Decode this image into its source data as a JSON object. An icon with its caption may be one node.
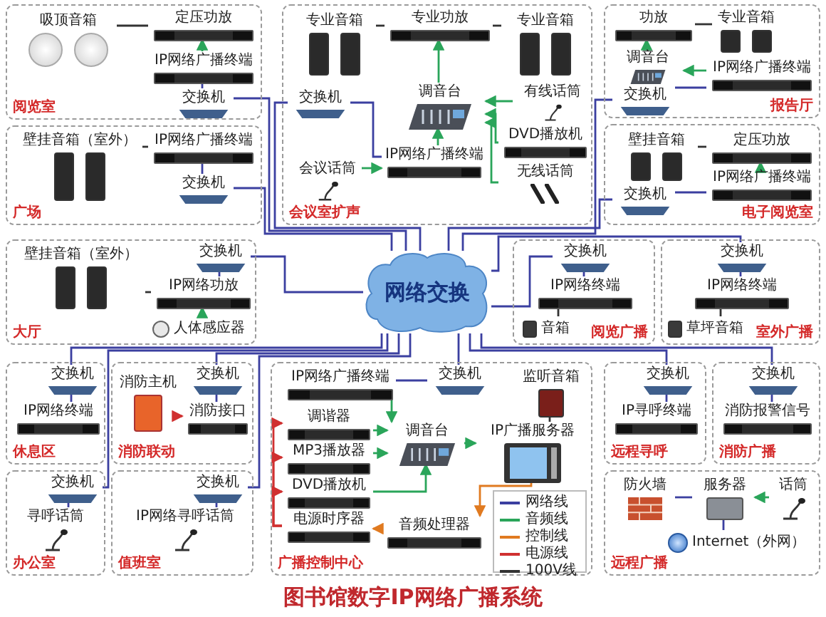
{
  "diagram": {
    "title": "图书馆数字IP网络广播系统",
    "nodes": [
      {
        "text": [
          "阅览室"
        ]
      },
      {
        "text": [
          "定压功放"
        ],
        "in": 0
      },
      {
        "text": [
          "IP网络广播终端"
        ],
        "in": 0
      },
      {
        "text": [
          "交换机"
        ],
        "in": 0
      },
      {
        "text": [
          "吸顶音箱"
        ],
        "in": 0
      },
      {
        "text": [
          "广场"
        ]
      },
      {
        "text": [
          "IP网络广播终端"
        ],
        "in": 5
      },
      {
        "text": [
          "交换机"
        ],
        "in": 5
      },
      {
        "text": [
          "壁挂音箱（室外）"
        ],
        "in": 5
      },
      {
        "text": [
          "会议室扩声"
        ]
      },
      {
        "text": [
          "专业功放"
        ],
        "in": 9
      },
      {
        "text": [
          "专业音箱"
        ],
        "in": 9
      },
      {
        "text": [
          "专业音箱"
        ],
        "in": 9
      },
      {
        "text": [
          "调音台"
        ],
        "in": 9
      },
      {
        "text": [
          "交换机"
        ],
        "in": 9
      },
      {
        "text": [
          "有线话筒"
        ],
        "in": 9
      },
      {
        "text": [
          "DVD播放机"
        ],
        "in": 9
      },
      {
        "text": [
          "无线话筒"
        ],
        "in": 9
      },
      {
        "text": [
          "IP网络广播终端"
        ],
        "in": 9
      },
      {
        "text": [
          "会议话筒"
        ],
        "in": 9
      },
      {
        "text": [
          "报告厅"
        ]
      },
      {
        "text": [
          "功放"
        ],
        "in": 20
      },
      {
        "text": [
          "专业音箱"
        ],
        "in": 20
      },
      {
        "text": [
          "调音台"
        ],
        "in": 20
      },
      {
        "text": [
          "IP网络广播终端"
        ],
        "in": 20
      },
      {
        "text": [
          "交换机"
        ],
        "in": 20
      },
      {
        "text": [
          "电子阅览室"
        ]
      },
      {
        "text": [
          "壁挂音箱"
        ],
        "in": 26
      },
      {
        "text": [
          "定压功放"
        ],
        "in": 26
      },
      {
        "text": [
          "IP网络广播终端"
        ],
        "in": 26
      },
      {
        "text": [
          "交换机"
        ],
        "in": 26
      },
      {
        "text": [
          "网络交换"
        ]
      },
      {
        "text": [
          "大厅"
        ]
      },
      {
        "text": [
          "交换机"
        ],
        "in": 32
      },
      {
        "text": [
          "壁挂音箱（室外）"
        ],
        "in": 32
      },
      {
        "text": [
          "IP网络功放"
        ],
        "in": 32
      },
      {
        "text": [
          "人体感应器"
        ],
        "in": 32
      },
      {
        "text": [
          "阅览广播"
        ]
      },
      {
        "text": [
          "交换机"
        ],
        "in": 37
      },
      {
        "text": [
          "IP网络终端"
        ],
        "in": 37
      },
      {
        "text": [
          "音箱"
        ],
        "in": 37
      },
      {
        "text": [
          "室外广播"
        ]
      },
      {
        "text": [
          "交换机"
        ],
        "in": 41
      },
      {
        "text": [
          "IP网络终端"
        ],
        "in": 41
      },
      {
        "text": [
          "草坪音箱"
        ],
        "in": 41
      },
      {
        "text": [
          "休息区"
        ]
      },
      {
        "text": [
          "交换机"
        ],
        "in": 45
      },
      {
        "text": [
          "IP网络终端"
        ],
        "in": 45
      },
      {
        "text": [
          "消防联动"
        ]
      },
      {
        "text": [
          "交换机"
        ],
        "in": 48
      },
      {
        "text": [
          "消防主机"
        ],
        "in": 48
      },
      {
        "text": [
          "消防接口"
        ],
        "in": 48
      },
      {
        "text": [
          "办公室"
        ]
      },
      {
        "text": [
          "交换机"
        ],
        "in": 52
      },
      {
        "text": [
          "寻呼话筒"
        ],
        "in": 52
      },
      {
        "text": [
          "值班室"
        ]
      },
      {
        "text": [
          "交换机"
        ],
        "in": 55
      },
      {
        "text": [
          "IP网络寻呼话筒"
        ],
        "in": 55
      },
      {
        "text": [
          "广播控制中心"
        ]
      },
      {
        "text": [
          "交换机"
        ],
        "in": 58
      },
      {
        "text": [
          "IP网络广播终端"
        ],
        "in": 58
      },
      {
        "text": [
          "监听音箱"
        ],
        "in": 58
      },
      {
        "text": [
          "调谐器"
        ],
        "in": 58
      },
      {
        "text": [
          "MP3播放器"
        ],
        "in": 58
      },
      {
        "text": [
          "DVD播放机"
        ],
        "in": 58
      },
      {
        "text": [
          "电源时序器"
        ],
        "in": 58
      },
      {
        "text": [
          "调音台"
        ],
        "in": 58
      },
      {
        "text": [
          "IP广播服务器"
        ],
        "in": 58
      },
      {
        "text": [
          "音频处理器"
        ],
        "in": 58
      },
      {
        "text": [
          "远程寻呼"
        ]
      },
      {
        "text": [
          "交换机"
        ],
        "in": 69
      },
      {
        "text": [
          "IP寻呼终端"
        ],
        "in": 69
      },
      {
        "text": [
          "消防广播"
        ]
      },
      {
        "text": [
          "交换机"
        ],
        "in": 72
      },
      {
        "text": [
          "消防报警信号"
        ],
        "in": 72
      },
      {
        "text": [
          "远程广播"
        ]
      },
      {
        "text": [
          "防火墙"
        ],
        "in": 75
      },
      {
        "text": [
          "服务器"
        ],
        "in": 75
      },
      {
        "text": [
          "话筒"
        ],
        "in": 75
      },
      {
        "text": [
          "Internet（外网）"
        ],
        "in": 75
      }
    ],
    "edges": [
      {
        "from": 3,
        "to": 31,
        "arrow": "none"
      },
      {
        "from": 7,
        "to": 31,
        "arrow": "none"
      },
      {
        "from": 14,
        "to": 31,
        "arrow": "none"
      },
      {
        "from": 25,
        "to": 31,
        "arrow": "none"
      },
      {
        "from": 30,
        "to": 31,
        "arrow": "none"
      },
      {
        "from": 33,
        "to": 31,
        "arrow": "none"
      },
      {
        "from": 38,
        "to": 31,
        "arrow": "none"
      },
      {
        "from": 42,
        "to": 31,
        "arrow": "none"
      },
      {
        "from": 46,
        "to": 31,
        "arrow": "none"
      },
      {
        "from": 49,
        "to": 31,
        "arrow": "none"
      },
      {
        "from": 53,
        "to": 31,
        "arrow": "none"
      },
      {
        "from": 56,
        "to": 31,
        "arrow": "none"
      },
      {
        "from": 59,
        "to": 31,
        "arrow": "none"
      },
      {
        "from": 70,
        "to": 31,
        "arrow": "none"
      },
      {
        "from": 73,
        "to": 31,
        "arrow": "none"
      },
      {
        "from": 3,
        "to": 2,
        "arrow": "none"
      },
      {
        "from": 2,
        "to": 1,
        "arrow": "to",
        "color": "#2aa55a"
      },
      {
        "from": 1,
        "to": 4,
        "arrow": "none",
        "color": "#333333"
      },
      {
        "from": 7,
        "to": 6,
        "arrow": "none"
      },
      {
        "from": 6,
        "to": 8,
        "arrow": "none",
        "color": "#333333"
      },
      {
        "from": 14,
        "to": 18,
        "arrow": "none"
      },
      {
        "from": 18,
        "to": 13,
        "arrow": "to",
        "color": "#2aa55a"
      },
      {
        "from": 13,
        "to": 10,
        "arrow": "to",
        "color": "#2aa55a"
      },
      {
        "from": 10,
        "to": 11,
        "arrow": "none",
        "color": "#333333"
      },
      {
        "from": 10,
        "to": 12,
        "arrow": "none",
        "color": "#333333"
      },
      {
        "from": 15,
        "to": 13,
        "arrow": "to",
        "color": "#2aa55a"
      },
      {
        "from": 16,
        "to": 13,
        "arrow": "to",
        "color": "#2aa55a"
      },
      {
        "from": 17,
        "to": 13,
        "arrow": "to",
        "color": "#2aa55a"
      },
      {
        "from": 19,
        "to": 18,
        "arrow": "to",
        "color": "#2aa55a"
      },
      {
        "from": 25,
        "to": 24,
        "arrow": "none"
      },
      {
        "from": 24,
        "to": 23,
        "arrow": "to",
        "color": "#2aa55a"
      },
      {
        "from": 23,
        "to": 21,
        "arrow": "to",
        "color": "#2aa55a"
      },
      {
        "from": 21,
        "to": 22,
        "arrow": "none",
        "color": "#333333"
      },
      {
        "from": 30,
        "to": 29,
        "arrow": "none"
      },
      {
        "from": 29,
        "to": 28,
        "arrow": "to",
        "color": "#2aa55a"
      },
      {
        "from": 28,
        "to": 27,
        "arrow": "none",
        "color": "#333333"
      },
      {
        "from": 33,
        "to": 35,
        "arrow": "none"
      },
      {
        "from": 35,
        "to": 34,
        "arrow": "none",
        "color": "#333333"
      },
      {
        "from": 36,
        "to": 35,
        "arrow": "to",
        "color": "#2aa55a"
      },
      {
        "from": 38,
        "to": 39,
        "arrow": "none"
      },
      {
        "from": 39,
        "to": 40,
        "arrow": "none",
        "color": "#333333"
      },
      {
        "from": 42,
        "to": 43,
        "arrow": "none"
      },
      {
        "from": 43,
        "to": 44,
        "arrow": "none",
        "color": "#333333"
      },
      {
        "from": 46,
        "to": 47,
        "arrow": "none"
      },
      {
        "from": 49,
        "to": 51,
        "arrow": "none"
      },
      {
        "from": 50,
        "to": 51,
        "arrow": "to",
        "color": "#d03030"
      },
      {
        "from": 53,
        "to": 54,
        "arrow": "none"
      },
      {
        "from": 56,
        "to": 57,
        "arrow": "none"
      },
      {
        "from": 59,
        "to": 60,
        "arrow": "none"
      },
      {
        "from": 62,
        "to": 66,
        "arrow": "to",
        "color": "#2aa55a"
      },
      {
        "from": 63,
        "to": 66,
        "arrow": "to",
        "color": "#2aa55a"
      },
      {
        "from": 64,
        "to": 66,
        "arrow": "to",
        "color": "#2aa55a"
      },
      {
        "from": 60,
        "to": 66,
        "arrow": "to",
        "color": "#2aa55a"
      },
      {
        "from": 66,
        "to": 67,
        "arrow": "to",
        "color": "#2aa55a"
      },
      {
        "from": 67,
        "to": 68,
        "arrow": "to",
        "color": "#e07a20"
      },
      {
        "from": 68,
        "to": 65,
        "arrow": "to",
        "color": "#e07a20"
      },
      {
        "from": 65,
        "to": 62,
        "arrow": "to",
        "color": "#d03030"
      },
      {
        "from": 65,
        "to": 63,
        "arrow": "to",
        "color": "#d03030"
      },
      {
        "from": 65,
        "to": 64,
        "arrow": "to",
        "color": "#d03030"
      },
      {
        "from": 61,
        "to": 67,
        "arrow": "none",
        "color": "#333333"
      },
      {
        "from": 70,
        "to": 71,
        "arrow": "none"
      },
      {
        "from": 73,
        "to": 74,
        "arrow": "none"
      },
      {
        "from": 76,
        "to": 77,
        "arrow": "none"
      },
      {
        "from": 77,
        "to": 79,
        "arrow": "none"
      },
      {
        "from": 78,
        "to": 77,
        "arrow": "to",
        "color": "#2aa55a"
      }
    ],
    "legend": [
      {
        "text": "网络线",
        "color": "#3b3fa0"
      },
      {
        "text": "音频线",
        "color": "#2aa55a"
      },
      {
        "text": "控制线",
        "color": "#e07a20"
      },
      {
        "text": "电源线",
        "color": "#d03030"
      },
      {
        "text": "100V线",
        "color": "#333333"
      }
    ]
  }
}
